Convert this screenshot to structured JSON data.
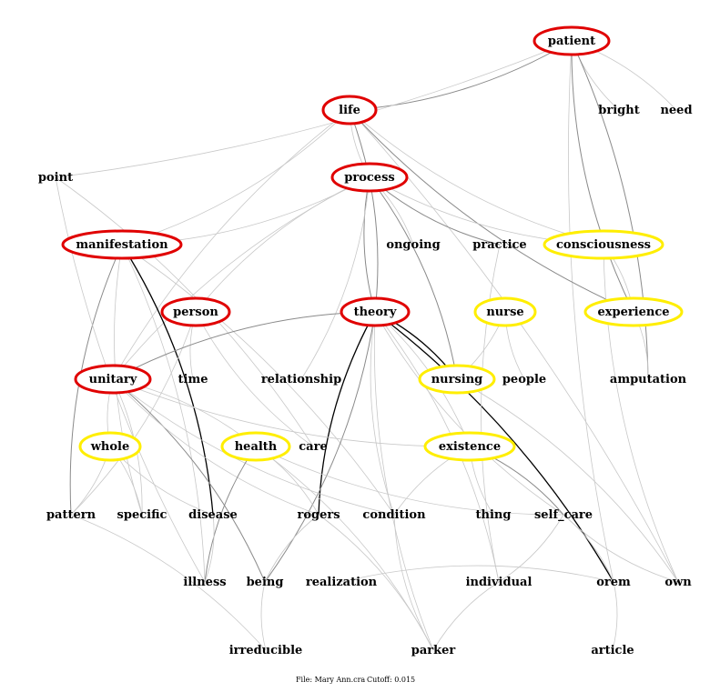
{
  "colors": {
    "hub": "#e00000",
    "secondary": "#ffee00",
    "edge": "#c8c8c8",
    "strong_edge": "#000000"
  },
  "nodes": [
    {
      "id": "patient",
      "label": "patient",
      "ring": "hub"
    },
    {
      "id": "bright",
      "label": "bright",
      "ring": "none"
    },
    {
      "id": "need",
      "label": "need",
      "ring": "none"
    },
    {
      "id": "life",
      "label": "life",
      "ring": "hub"
    },
    {
      "id": "point",
      "label": "point",
      "ring": "none"
    },
    {
      "id": "process",
      "label": "process",
      "ring": "hub"
    },
    {
      "id": "manifestation",
      "label": "manifestation",
      "ring": "hub"
    },
    {
      "id": "ongoing",
      "label": "ongoing",
      "ring": "none"
    },
    {
      "id": "practice",
      "label": "practice",
      "ring": "none"
    },
    {
      "id": "consciousness",
      "label": "consciousness",
      "ring": "secondary"
    },
    {
      "id": "person",
      "label": "person",
      "ring": "hub"
    },
    {
      "id": "theory",
      "label": "theory",
      "ring": "hub"
    },
    {
      "id": "nurse",
      "label": "nurse",
      "ring": "secondary"
    },
    {
      "id": "experience",
      "label": "experience",
      "ring": "secondary"
    },
    {
      "id": "unitary",
      "label": "unitary",
      "ring": "hub"
    },
    {
      "id": "time",
      "label": "time",
      "ring": "none"
    },
    {
      "id": "relationship",
      "label": "relationship",
      "ring": "none"
    },
    {
      "id": "nursing",
      "label": "nursing",
      "ring": "secondary"
    },
    {
      "id": "people",
      "label": "people",
      "ring": "none"
    },
    {
      "id": "amputation",
      "label": "amputation",
      "ring": "none"
    },
    {
      "id": "whole",
      "label": "whole",
      "ring": "secondary"
    },
    {
      "id": "health",
      "label": "health",
      "ring": "secondary"
    },
    {
      "id": "care",
      "label": "care",
      "ring": "none"
    },
    {
      "id": "existence",
      "label": "existence",
      "ring": "secondary"
    },
    {
      "id": "pattern",
      "label": "pattern",
      "ring": "none"
    },
    {
      "id": "specific",
      "label": "specific",
      "ring": "none"
    },
    {
      "id": "disease",
      "label": "disease",
      "ring": "none"
    },
    {
      "id": "rogers",
      "label": "rogers",
      "ring": "none"
    },
    {
      "id": "condition",
      "label": "condition",
      "ring": "none"
    },
    {
      "id": "thing",
      "label": "thing",
      "ring": "none"
    },
    {
      "id": "self_care",
      "label": "self_care",
      "ring": "none"
    },
    {
      "id": "illness",
      "label": "illness",
      "ring": "none"
    },
    {
      "id": "being",
      "label": "being",
      "ring": "none"
    },
    {
      "id": "realization",
      "label": "realization",
      "ring": "none"
    },
    {
      "id": "individual",
      "label": "individual",
      "ring": "none"
    },
    {
      "id": "orem",
      "label": "orem",
      "ring": "none"
    },
    {
      "id": "own",
      "label": "own",
      "ring": "none"
    },
    {
      "id": "irreducible",
      "label": "irreducible",
      "ring": "none"
    },
    {
      "id": "parker",
      "label": "parker",
      "ring": "none"
    },
    {
      "id": "article",
      "label": "article",
      "ring": "none"
    }
  ],
  "edges": [
    {
      "from": "patient",
      "to": "life",
      "style": "medium"
    },
    {
      "from": "patient",
      "to": "bright",
      "style": "light"
    },
    {
      "from": "patient",
      "to": "need",
      "style": "light"
    },
    {
      "from": "patient",
      "to": "experience",
      "style": "medium"
    },
    {
      "from": "patient",
      "to": "amputation",
      "style": "medium"
    },
    {
      "from": "patient",
      "to": "orem",
      "style": "light"
    },
    {
      "from": "patient",
      "to": "point",
      "style": "light"
    },
    {
      "from": "life",
      "to": "process",
      "style": "light"
    },
    {
      "from": "life",
      "to": "theory",
      "style": "medium"
    },
    {
      "from": "life",
      "to": "experience",
      "style": "medium"
    },
    {
      "from": "life",
      "to": "manifestation",
      "style": "light"
    },
    {
      "from": "life",
      "to": "unitary",
      "style": "light"
    },
    {
      "from": "life",
      "to": "own",
      "style": "light"
    },
    {
      "from": "life",
      "to": "consciousness",
      "style": "light"
    },
    {
      "from": "point",
      "to": "care",
      "style": "light"
    },
    {
      "from": "process",
      "to": "theory",
      "style": "medium"
    },
    {
      "from": "process",
      "to": "ongoing",
      "style": "light"
    },
    {
      "from": "process",
      "to": "practice",
      "style": "medium"
    },
    {
      "from": "process",
      "to": "nursing",
      "style": "medium"
    },
    {
      "from": "process",
      "to": "consciousness",
      "style": "light"
    },
    {
      "from": "process",
      "to": "manifestation",
      "style": "light"
    },
    {
      "from": "process",
      "to": "person",
      "style": "light"
    },
    {
      "from": "process",
      "to": "relationship",
      "style": "light"
    },
    {
      "from": "process",
      "to": "unitary",
      "style": "light"
    },
    {
      "from": "manifestation",
      "to": "disease",
      "style": "strong"
    },
    {
      "from": "manifestation",
      "to": "pattern",
      "style": "medium"
    },
    {
      "from": "manifestation",
      "to": "illness",
      "style": "light"
    },
    {
      "from": "manifestation",
      "to": "specific",
      "style": "light"
    },
    {
      "from": "manifestation",
      "to": "condition",
      "style": "light"
    },
    {
      "from": "person",
      "to": "time",
      "style": "light"
    },
    {
      "from": "person",
      "to": "pattern",
      "style": "light"
    },
    {
      "from": "person",
      "to": "care",
      "style": "light"
    },
    {
      "from": "theory",
      "to": "nursing",
      "style": "strong"
    },
    {
      "from": "theory",
      "to": "rogers",
      "style": "strong"
    },
    {
      "from": "theory",
      "to": "orem",
      "style": "strong"
    },
    {
      "from": "theory",
      "to": "unitary",
      "style": "medium"
    },
    {
      "from": "theory",
      "to": "being",
      "style": "medium"
    },
    {
      "from": "theory",
      "to": "parker",
      "style": "light"
    },
    {
      "from": "theory",
      "to": "individual",
      "style": "light"
    },
    {
      "from": "theory",
      "to": "self_care",
      "style": "light"
    },
    {
      "from": "theory",
      "to": "existence",
      "style": "light"
    },
    {
      "from": "theory",
      "to": "condition",
      "style": "light"
    },
    {
      "from": "nurse",
      "to": "nursing",
      "style": "light"
    },
    {
      "from": "nurse",
      "to": "people",
      "style": "light"
    },
    {
      "from": "consciousness",
      "to": "experience",
      "style": "light"
    },
    {
      "from": "consciousness",
      "to": "own",
      "style": "light"
    },
    {
      "from": "experience",
      "to": "amputation",
      "style": "light"
    },
    {
      "from": "unitary",
      "to": "whole",
      "style": "light"
    },
    {
      "from": "unitary",
      "to": "being",
      "style": "medium"
    },
    {
      "from": "unitary",
      "to": "rogers",
      "style": "light"
    },
    {
      "from": "unitary",
      "to": "health",
      "style": "light"
    },
    {
      "from": "unitary",
      "to": "condition",
      "style": "light"
    },
    {
      "from": "unitary",
      "to": "specific",
      "style": "light"
    },
    {
      "from": "unitary",
      "to": "existence",
      "style": "light"
    },
    {
      "from": "whole",
      "to": "pattern",
      "style": "light"
    },
    {
      "from": "whole",
      "to": "disease",
      "style": "light"
    },
    {
      "from": "whole",
      "to": "specific",
      "style": "light"
    },
    {
      "from": "health",
      "to": "illness",
      "style": "medium"
    },
    {
      "from": "health",
      "to": "rogers",
      "style": "light"
    },
    {
      "from": "health",
      "to": "self_care",
      "style": "light"
    },
    {
      "from": "health",
      "to": "parker",
      "style": "light"
    },
    {
      "from": "existence",
      "to": "thing",
      "style": "light"
    },
    {
      "from": "existence",
      "to": "self_care",
      "style": "medium"
    },
    {
      "from": "existence",
      "to": "condition",
      "style": "light"
    },
    {
      "from": "self_care",
      "to": "orem",
      "style": "light"
    },
    {
      "from": "self_care",
      "to": "own",
      "style": "light"
    },
    {
      "from": "self_care",
      "to": "individual",
      "style": "light"
    },
    {
      "from": "rogers",
      "to": "being",
      "style": "light"
    },
    {
      "from": "rogers",
      "to": "parker",
      "style": "light"
    },
    {
      "from": "being",
      "to": "irreducible",
      "style": "light"
    },
    {
      "from": "realization",
      "to": "orem",
      "style": "light"
    },
    {
      "from": "individual",
      "to": "parker",
      "style": "light"
    },
    {
      "from": "orem",
      "to": "article",
      "style": "light"
    },
    {
      "from": "practice",
      "to": "individual",
      "style": "light"
    },
    {
      "from": "disease",
      "to": "illness",
      "style": "light"
    },
    {
      "from": "point",
      "to": "illness",
      "style": "light"
    },
    {
      "from": "pattern",
      "to": "irreducible",
      "style": "light"
    },
    {
      "from": "condition",
      "to": "parker",
      "style": "light"
    },
    {
      "from": "nursing",
      "to": "own",
      "style": "light"
    }
  ],
  "footer": {
    "file": "File: Mary Ann.cra",
    "cutoff": "Cutoff: 0.015"
  }
}
